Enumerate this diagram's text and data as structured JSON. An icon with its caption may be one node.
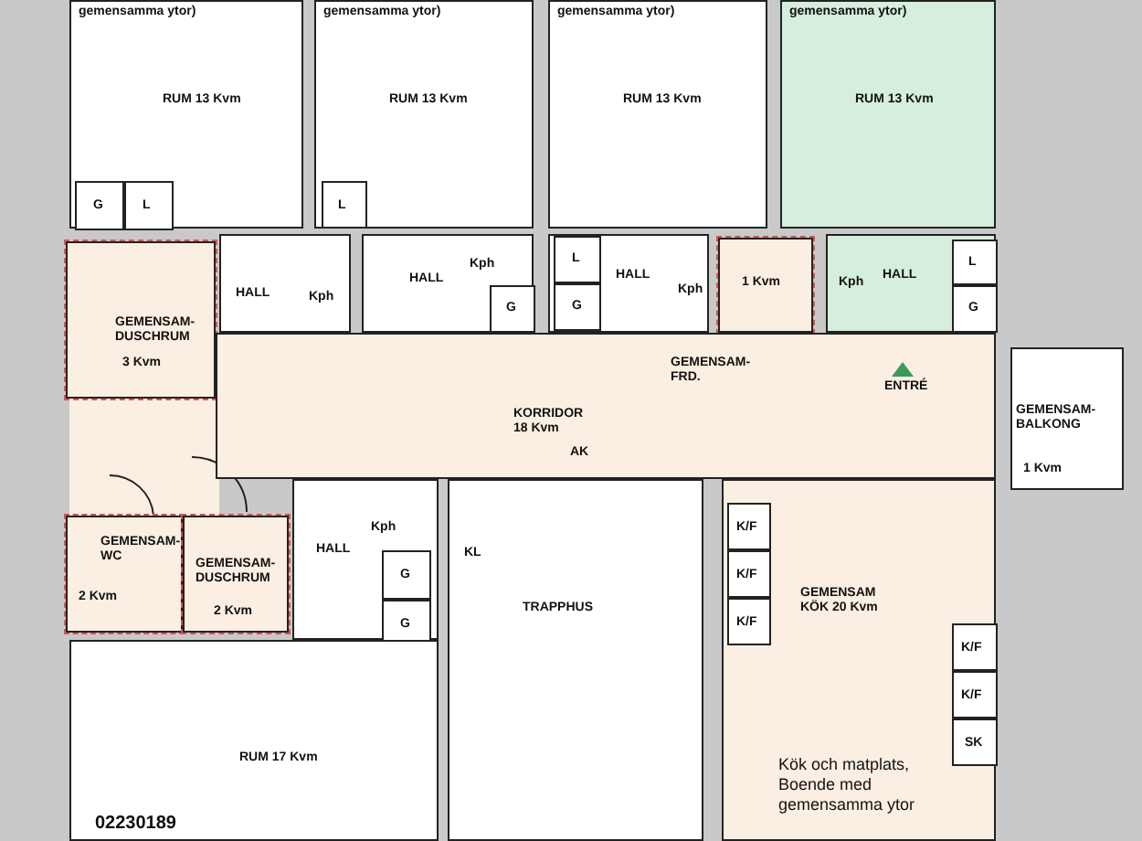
{
  "diagram": {
    "nodes": [
      {
        "text": [
          "gemensamma ytor)",
          "RUM 13 Kvm"
        ]
      },
      {
        "text": [
          "G"
        ],
        "in": 0
      },
      {
        "text": [
          "L"
        ],
        "in": 0
      },
      {
        "text": [
          "gemensamma ytor)",
          "RUM 13 Kvm"
        ]
      },
      {
        "text": [
          "L"
        ],
        "in": 3
      },
      {
        "text": [
          "gemensamma ytor)",
          "RUM 13 Kvm"
        ]
      },
      {
        "text": [
          "gemensamma ytor)",
          "RUM 13 Kvm"
        ]
      },
      {
        "text": [
          "HALL",
          "Kph"
        ]
      },
      {
        "text": [
          "HALL",
          "Kph"
        ]
      },
      {
        "text": [
          "G"
        ],
        "in": 8
      },
      {
        "text": [
          "HALL",
          "Kph"
        ]
      },
      {
        "text": [
          "L"
        ],
        "in": 10
      },
      {
        "text": [
          "G"
        ],
        "in": 10
      },
      {
        "text": [
          "1 Kvm"
        ]
      },
      {
        "text": [
          "Kph",
          "HALL"
        ]
      },
      {
        "text": [
          "L"
        ],
        "in": 14
      },
      {
        "text": [
          "G"
        ],
        "in": 14
      },
      {
        "text": [
          "GEMENSAM-DUSCHRUM",
          "3 Kvm"
        ]
      },
      {
        "text": [
          "KORRIDOR 18 Kvm"
        ]
      },
      {
        "text": [
          "GEMENSAM-FRD."
        ],
        "in": 18
      },
      {
        "text": [
          "GEMENSAM-BALKONG",
          "1 Kvm"
        ]
      },
      {
        "text": [
          "GEMENSAM-WC",
          "2 Kvm"
        ]
      },
      {
        "text": [
          "GEMENSAM-DUSCHRUM",
          "2 Kvm"
        ]
      },
      {
        "text": [
          "HALL",
          "Kph"
        ]
      },
      {
        "text": [
          "G"
        ],
        "in": 23
      },
      {
        "text": [
          "G"
        ],
        "in": 23
      },
      {
        "text": [
          "KL",
          "TRAPPHUS"
        ]
      },
      {
        "text": [
          "GEMENSAM KÖK 20 Kvm",
          "Kök och matplats, Boende med gemensamma ytor"
        ]
      },
      {
        "text": [
          "K/F"
        ],
        "in": 27
      },
      {
        "text": [
          "K/F"
        ],
        "in": 27
      },
      {
        "text": [
          "K/F"
        ],
        "in": 27
      },
      {
        "text": [
          "K/F"
        ],
        "in": 27
      },
      {
        "text": [
          "K/F"
        ],
        "in": 27
      },
      {
        "text": [
          "SK"
        ],
        "in": 27
      },
      {
        "text": [
          "RUM 17 Kvm"
        ]
      }
    ],
    "labels": [
      "ENTRÉ",
      "AK",
      "02230189"
    ]
  }
}
